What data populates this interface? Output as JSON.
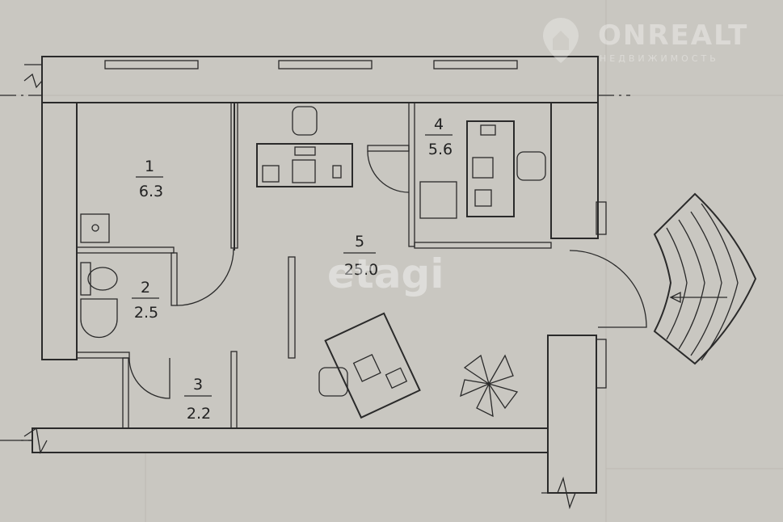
{
  "rooms": [
    {
      "number": "1",
      "area": "6.3"
    },
    {
      "number": "2",
      "area": "2.5"
    },
    {
      "number": "3",
      "area": "2.2"
    },
    {
      "number": "4",
      "area": "5.6"
    },
    {
      "number": "5",
      "area": "25.0"
    }
  ],
  "watermarks": {
    "brand": "ONREALT",
    "brand_sub": "НЕДВИЖИМОСТЬ",
    "center": "etagi"
  }
}
